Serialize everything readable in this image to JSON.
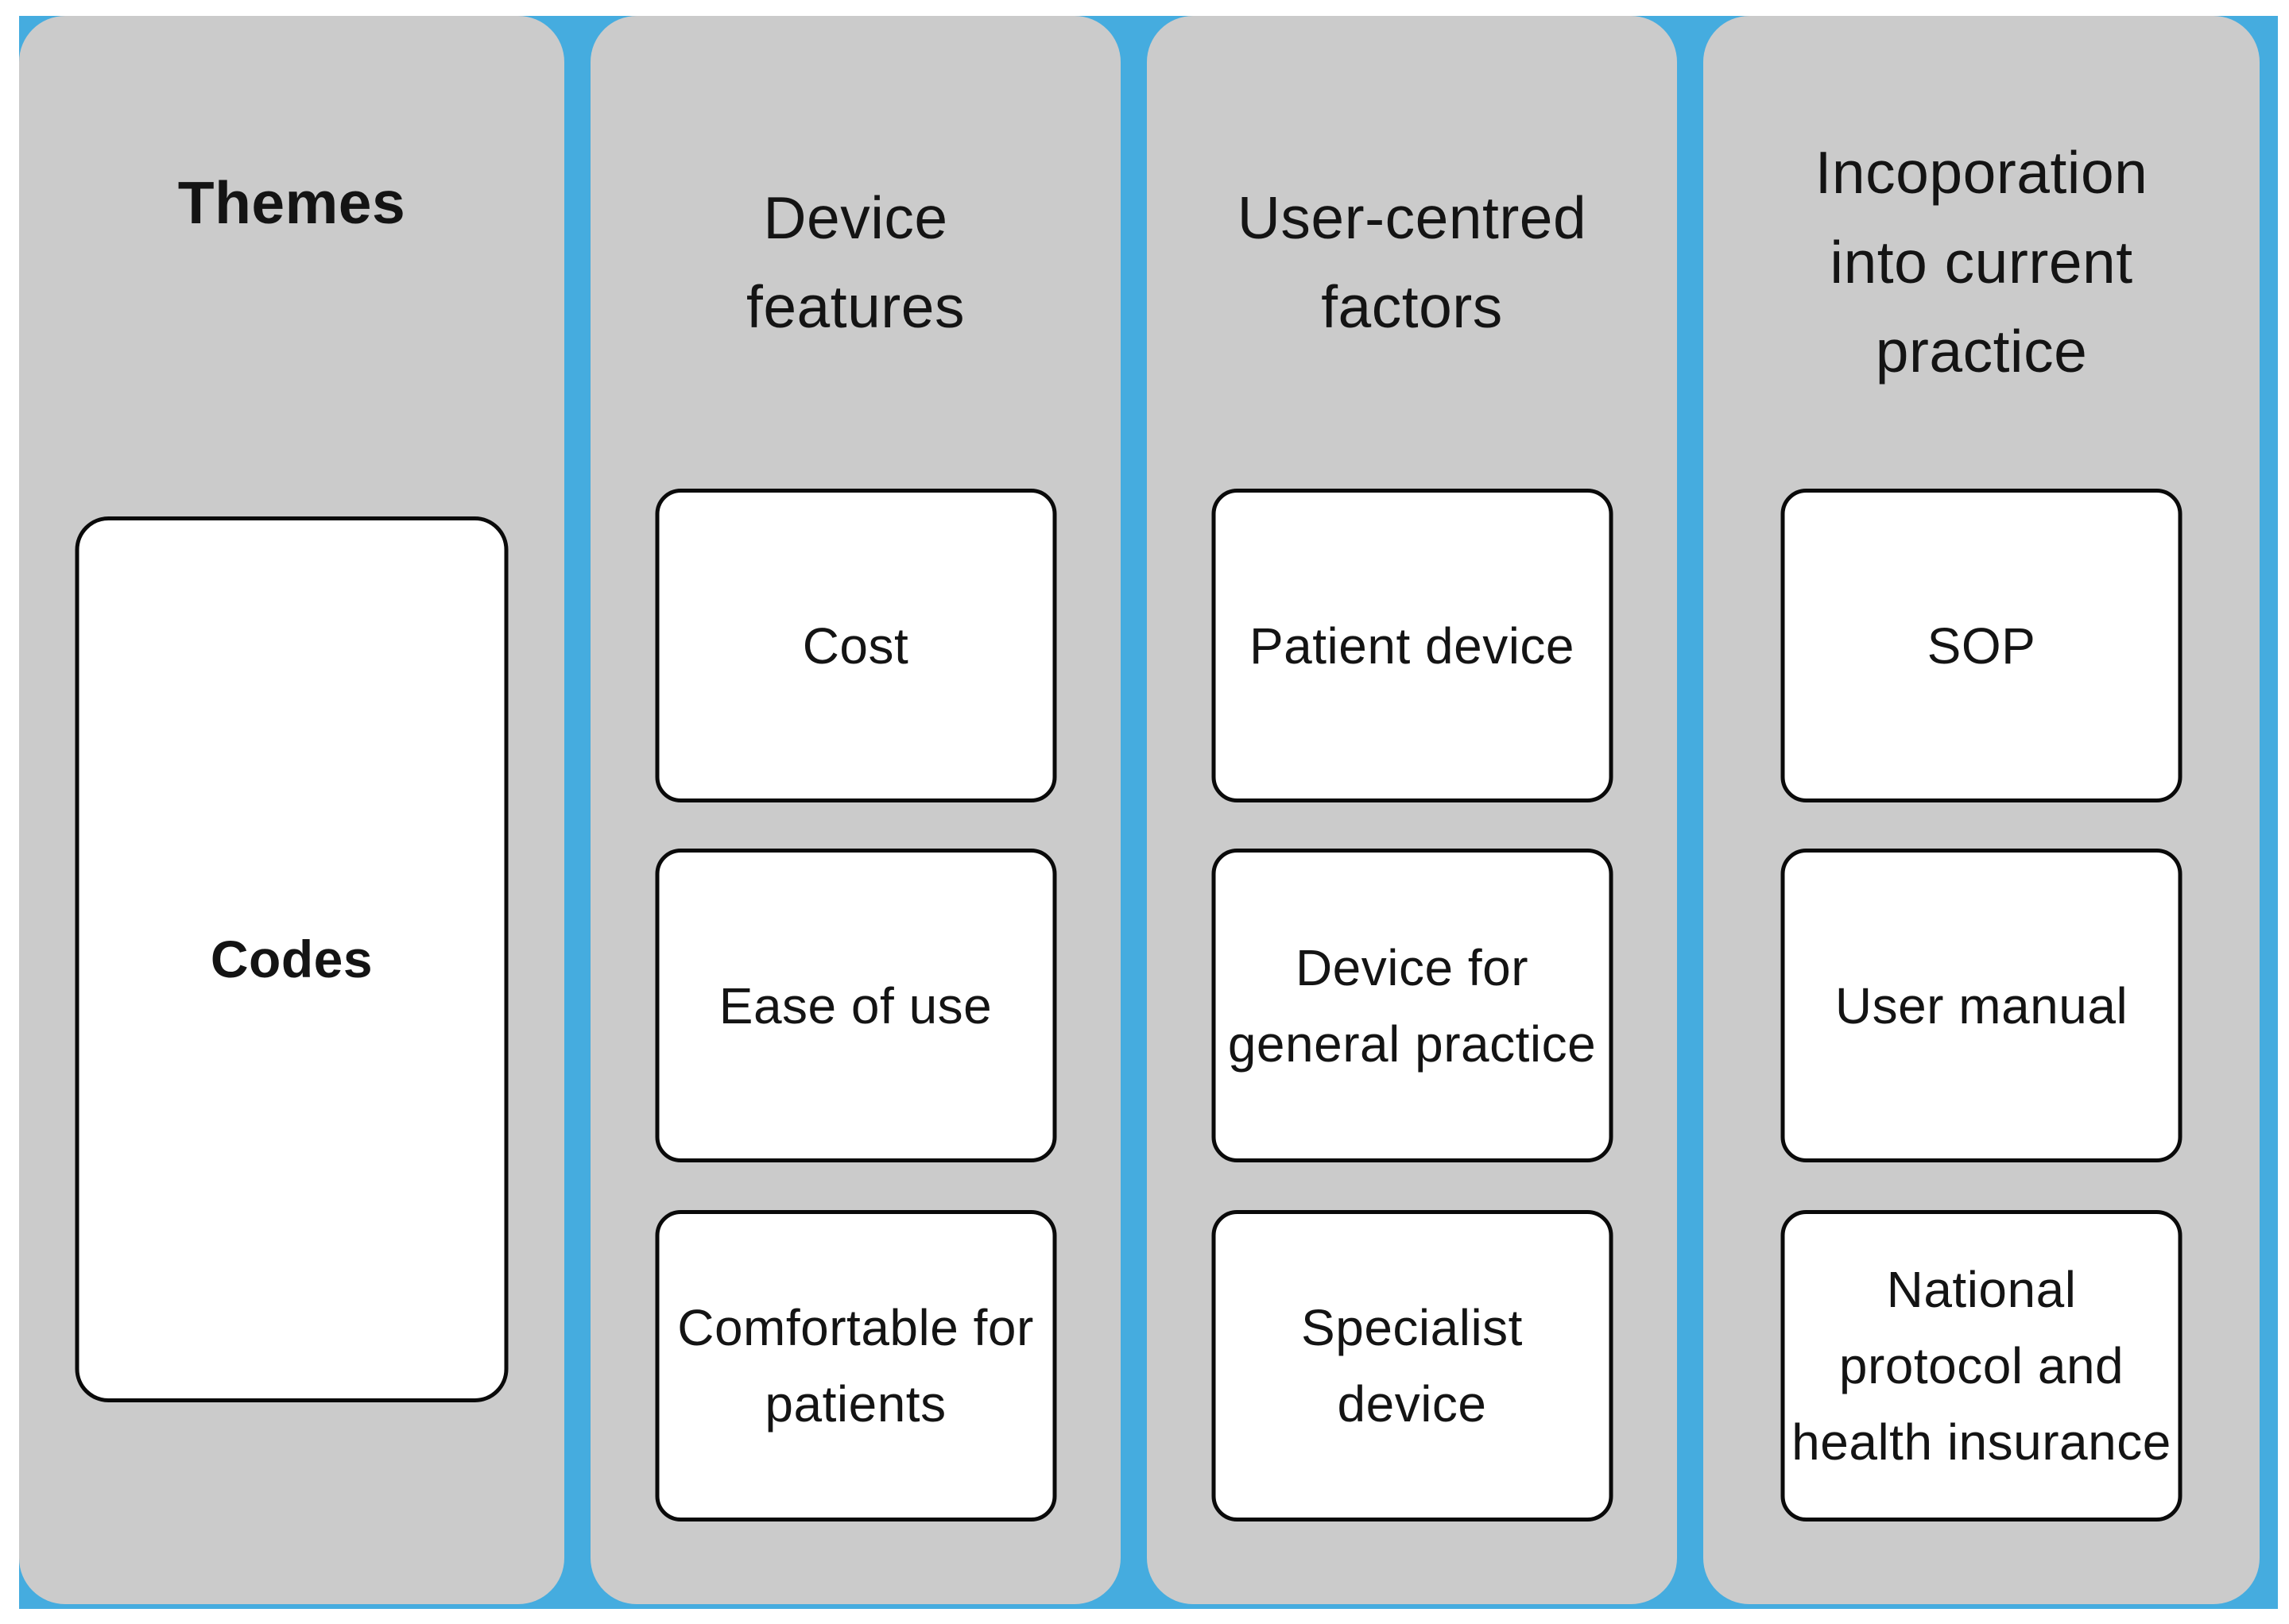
{
  "diagram": {
    "type": "thematic-analysis-columns",
    "colors": {
      "background_blue": "#45ACDF",
      "panel_gray": "#CBCBCB",
      "box_white": "#FFFFFF",
      "border_black": "#0A0A0A",
      "text_black": "#141414"
    },
    "columns": [
      {
        "title": "Themes",
        "boxes": [
          "Codes"
        ]
      },
      {
        "title": "Device features",
        "boxes": [
          "Cost",
          "Ease of use",
          "Comfortable for patients"
        ]
      },
      {
        "title": "User-centred factors",
        "boxes": [
          "Patient device",
          "Device for general practice",
          "Specialist device"
        ]
      },
      {
        "title": "Incoporation into current practice",
        "boxes": [
          "SOP",
          "User manual",
          "National protocol and health insurance"
        ]
      }
    ]
  }
}
